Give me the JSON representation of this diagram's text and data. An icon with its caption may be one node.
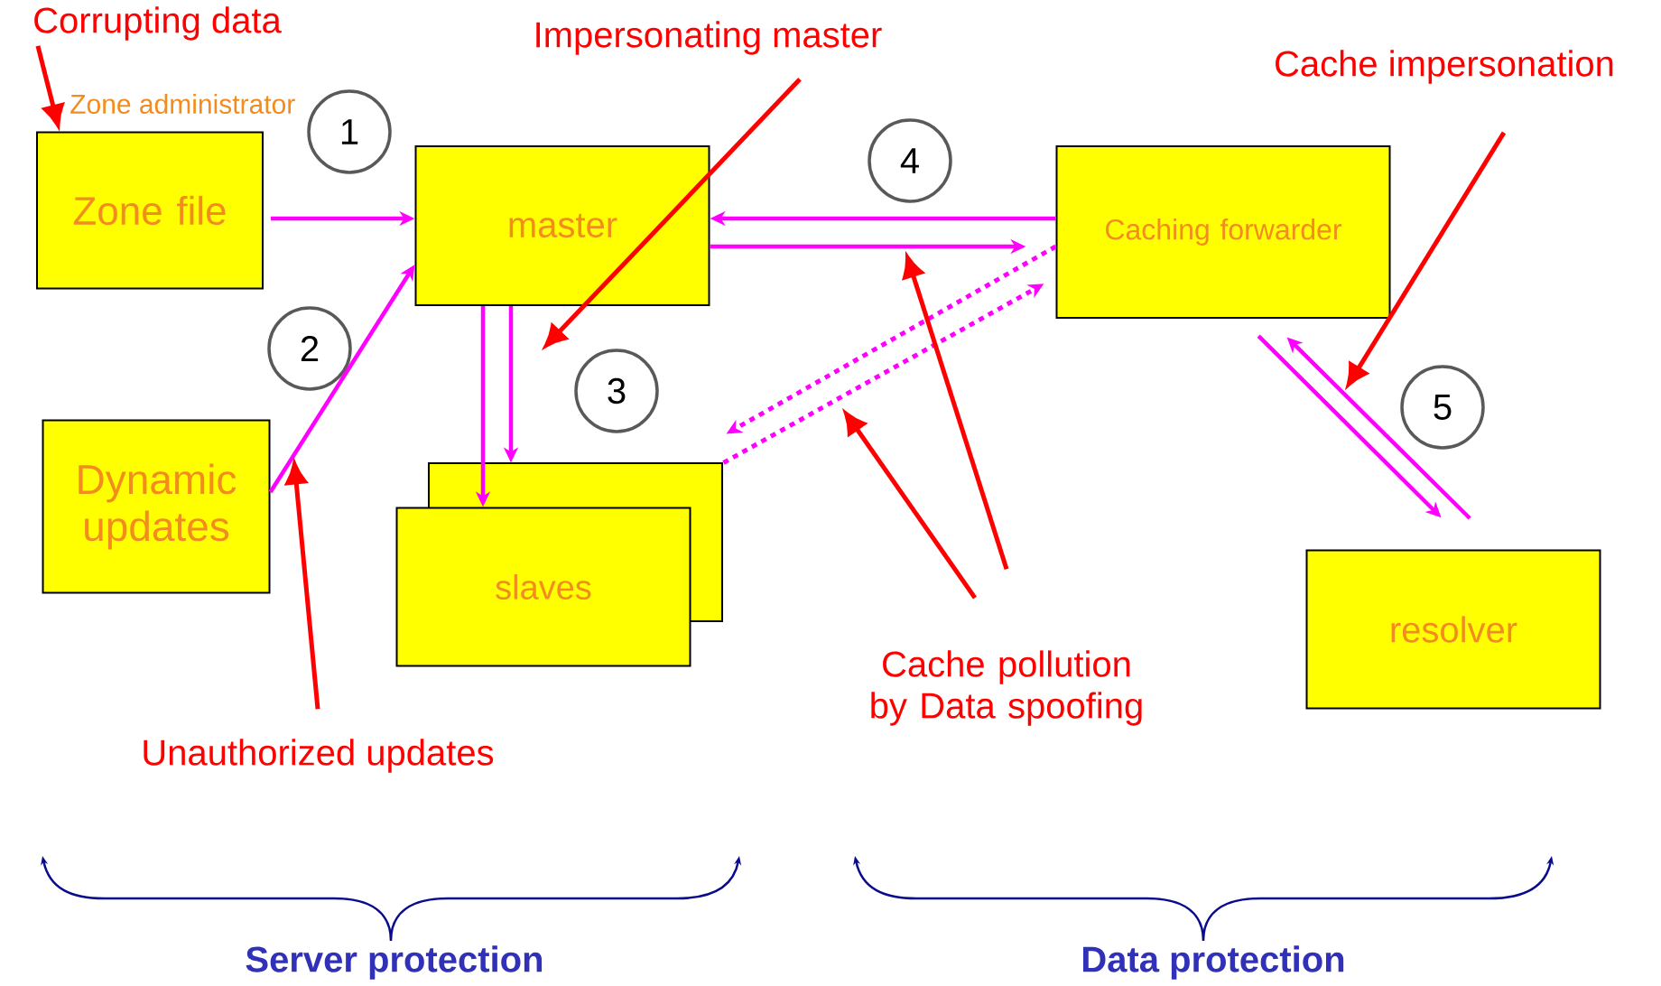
{
  "diagram": {
    "nodes": [
      {
        "text": [
          "Corrupting data"
        ]
      },
      {
        "text": [
          "Impersonating master"
        ]
      },
      {
        "text": [
          "Cache impersonation"
        ]
      },
      {
        "text": [
          "1"
        ]
      },
      {
        "text": [
          "Zone file"
        ],
        "beside": [
          "Zone administrator"
        ]
      },
      {
        "text": [
          "master"
        ]
      },
      {
        "text": [
          "4"
        ]
      },
      {
        "text": [
          "Caching forwarder"
        ]
      },
      {
        "text": [
          "2"
        ]
      },
      {
        "text": [
          "3"
        ]
      },
      {
        "text": [
          "5"
        ]
      },
      {
        "text": [
          "Dynamic updates"
        ]
      },
      {
        "text": [
          "slaves"
        ]
      },
      {
        "text": [
          "resolver"
        ]
      },
      {
        "text": [
          "Cache pollution by Data spoofing"
        ]
      },
      {
        "text": [
          "Unauthorized updates"
        ]
      }
    ],
    "edges": [
      {
        "from": 4,
        "to": 5,
        "arrow": "to"
      },
      {
        "from": 11,
        "to": 5,
        "arrow": "to"
      },
      {
        "from": 5,
        "to": 12,
        "arrow": "to"
      },
      {
        "from": 5,
        "to": 12,
        "arrow": "to"
      },
      {
        "from": 7,
        "to": 5,
        "arrow": "to"
      },
      {
        "from": 5,
        "to": 7,
        "arrow": "to"
      },
      {
        "from": 12,
        "to": 7,
        "arrow": "to",
        "style": "dashed"
      },
      {
        "from": 7,
        "to": 12,
        "arrow": "to",
        "style": "dashed"
      },
      {
        "from": 7,
        "to": 13,
        "arrow": "to"
      },
      {
        "from": 13,
        "to": 7,
        "arrow": "to"
      },
      {
        "from": 0,
        "to": 4,
        "arrow": "to",
        "color": "#ff0000"
      },
      {
        "from": 1,
        "to": null,
        "arrow": "to",
        "color": "#ff0000"
      },
      {
        "from": 2,
        "to": null,
        "arrow": "to",
        "color": "#ff0000"
      },
      {
        "from": 14,
        "to": null,
        "arrow": "to",
        "color": "#ff0000"
      },
      {
        "from": 14,
        "to": null,
        "arrow": "to",
        "color": "#ff0000"
      },
      {
        "from": 15,
        "to": 11,
        "arrow": "to",
        "color": "#ff0000"
      }
    ],
    "labels": [
      "Server protection",
      "Data protection"
    ]
  }
}
